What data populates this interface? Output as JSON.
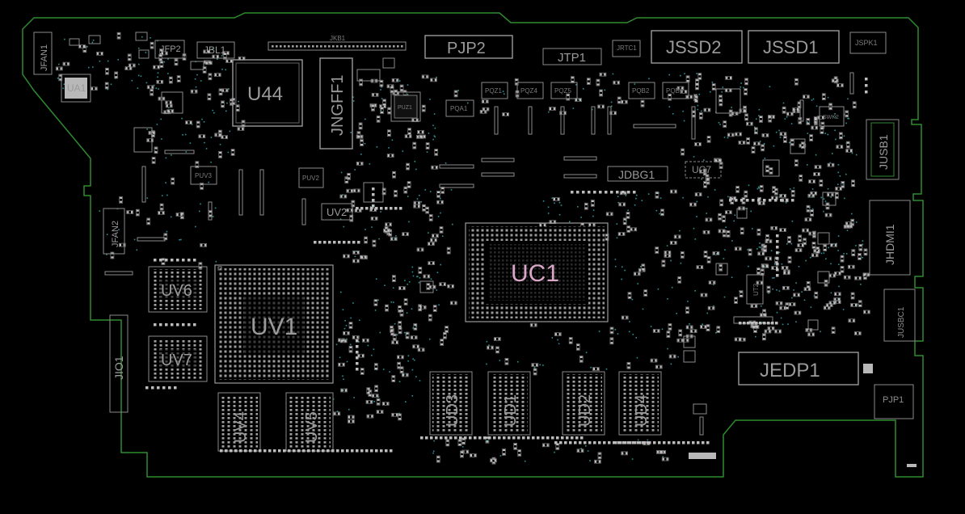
{
  "board": {
    "colors": {
      "background": "#000000",
      "outline": "#2f8a2f",
      "silkscreen": "#9a9a9a",
      "pads": "#b8b8b8",
      "vias": "#2e8f94",
      "highlight": "#d9a6c8"
    },
    "labels": {
      "jfan1": "JFAN1",
      "ua1": "UA1",
      "jfp2": "JFP2",
      "jbl1": "JBL1",
      "u44": "U44",
      "jkb1": "JKB1",
      "jngff1": "JNGFF1",
      "puz1": "PUZ1",
      "pjp2": "PJP2",
      "jtp1": "JTP1",
      "jrtc1": "JRTC1",
      "jssd2": "JSSD2",
      "jssd1": "JSSD1",
      "jspk1": "JSPK1",
      "jusb1": "JUSB1",
      "jhdmi1": "JHDMI1",
      "jusbc1": "JUSBC1",
      "jedp1": "JEDP1",
      "pjp1": "PJP1",
      "jdbg1": "JDBG1",
      "uc7": "UC7",
      "uc1": "UC1",
      "uv2": "UV2",
      "puv2": "PUV2",
      "puv3": "PUV3",
      "jfan2": "JFAN2",
      "uv6": "UV6",
      "uv7": "UV7",
      "uv1": "UV1",
      "jio1": "JIO1",
      "uv4": "UV4",
      "uv5": "UV5",
      "ud3": "UD3",
      "ud1": "UD1",
      "ud2": "UD2",
      "ud4": "UD4",
      "pqa1": "PQA1",
      "pqz1": "PQZ1",
      "pqz4": "PQZ4",
      "pqz5": "PQZ5",
      "pqb2": "PQB2",
      "pqb1": "PQB1",
      "ut2": "UT2",
      "swk2": "SWK2"
    }
  }
}
